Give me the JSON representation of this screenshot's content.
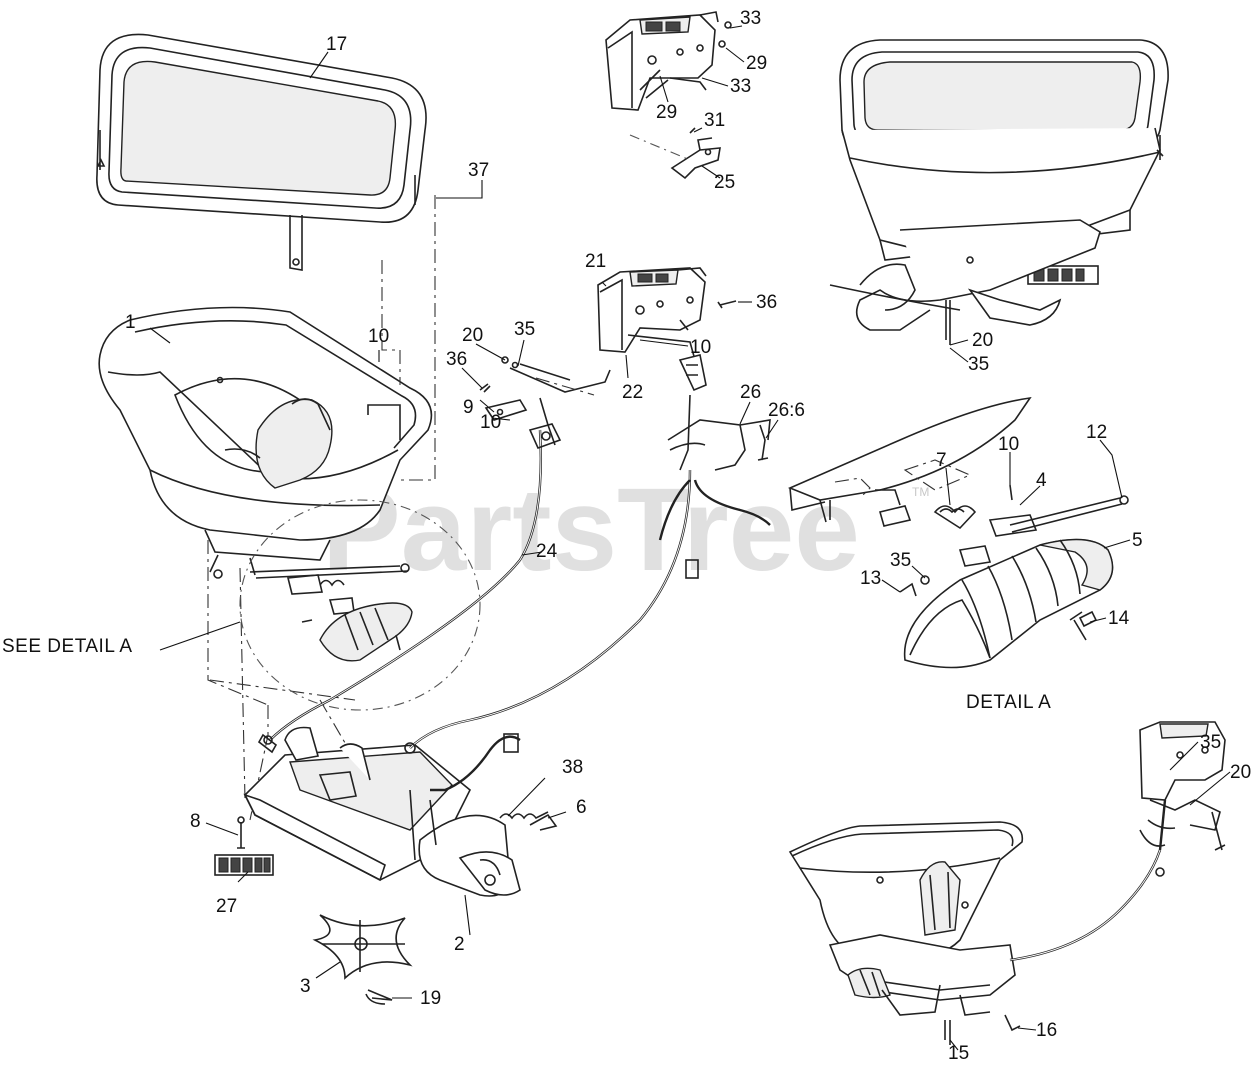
{
  "watermark": {
    "brand": "PartsTree",
    "mark": "TM"
  },
  "captions": {
    "see_detail": "SEE DETAIL  A",
    "detail": "DETAIL A"
  },
  "callouts": {
    "c1": "1",
    "c2": "2",
    "c3": "3",
    "c4": "4",
    "c5": "5",
    "c6": "6",
    "c7": "7",
    "c8": "8",
    "c9": "9",
    "c10a": "10",
    "c10b": "10",
    "c10c": "10",
    "c10d": "10",
    "c12": "12",
    "c13": "13",
    "c14": "14",
    "c15": "15",
    "c16": "16",
    "c17": "17",
    "c19": "19",
    "c20a": "20",
    "c20b": "20",
    "c20c": "20",
    "c21": "21",
    "c22": "22",
    "c24": "24",
    "c25": "25",
    "c26": "26",
    "c26_6": "26:6",
    "c27": "27",
    "c29a": "29",
    "c29b": "29",
    "c31": "31",
    "c33a": "33",
    "c33b": "33",
    "c35a": "35",
    "c35b": "35",
    "c35c": "35",
    "c35d": "35",
    "c36a": "36",
    "c36b": "36",
    "c37": "37",
    "c38": "38"
  },
  "colors": {
    "line": "#222222",
    "watermark": "#c8c8c8",
    "background": "#ffffff"
  }
}
